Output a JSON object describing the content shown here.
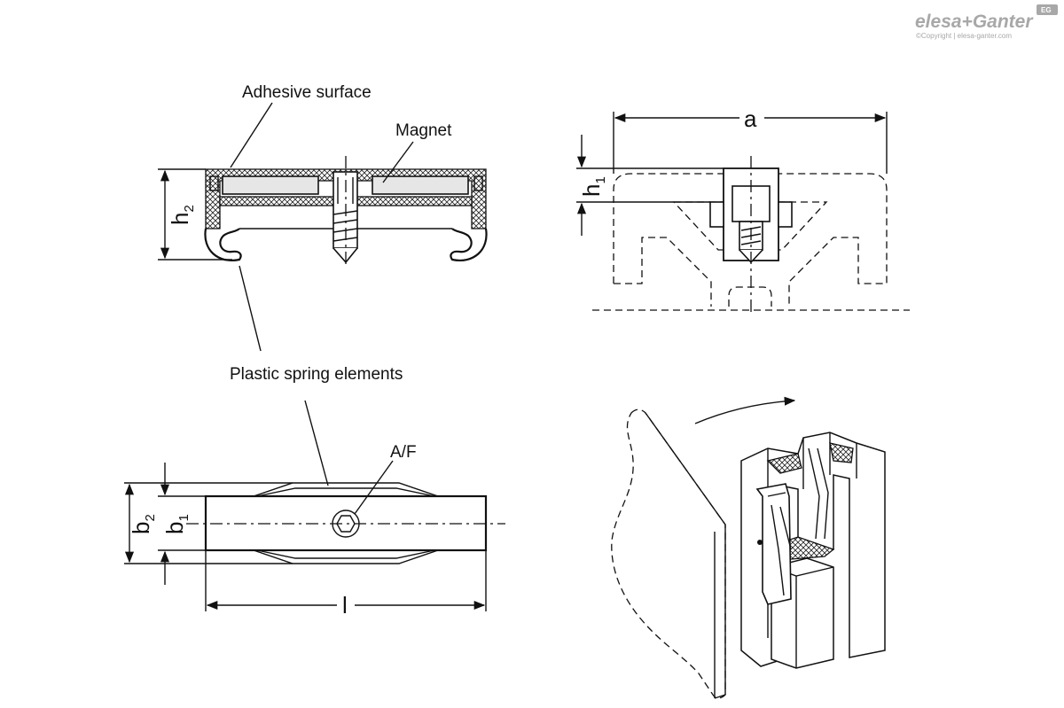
{
  "logo": {
    "brand": "elesa+Ganter",
    "badge": "EG",
    "copyright": "©Copyright | elesa-ganter.com"
  },
  "labels": {
    "adhesive_surface": "Adhesive surface",
    "magnet": "Magnet",
    "plastic_spring_elements": "Plastic spring elements",
    "af": "A/F"
  },
  "dimensions": {
    "a": "a",
    "h": "h",
    "h1_sub": "1",
    "h2_sub": "2",
    "b": "b",
    "b1_sub": "1",
    "b2_sub": "2",
    "l": "l"
  },
  "colors": {
    "line": "#111111",
    "magnet_fill": "#e6e6e6",
    "logo": "#a8a8a8"
  }
}
